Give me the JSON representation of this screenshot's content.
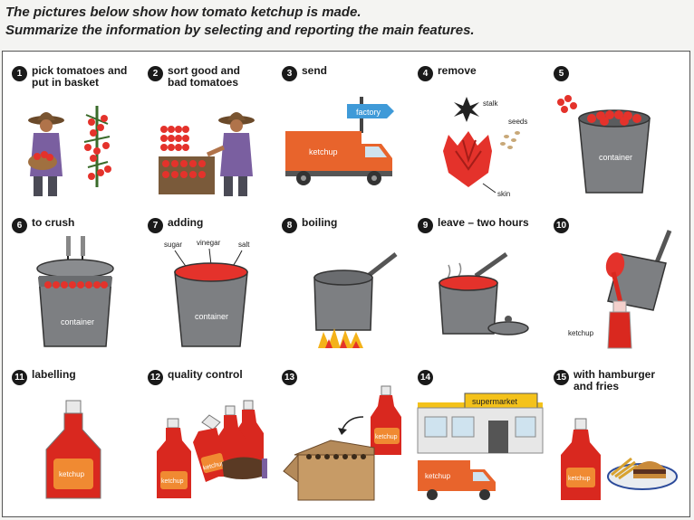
{
  "heading": {
    "line1": "The pictures below show how tomato ketchup is made.",
    "line2": "Summarize the information by selecting and reporting the main features."
  },
  "steps": [
    {
      "num": "1",
      "label": "pick tomatoes and\nput in basket"
    },
    {
      "num": "2",
      "label": "sort good and\nbad tomatoes"
    },
    {
      "num": "3",
      "label": "send"
    },
    {
      "num": "4",
      "label": "remove"
    },
    {
      "num": "5",
      "label": ""
    },
    {
      "num": "6",
      "label": "to crush"
    },
    {
      "num": "7",
      "label": "adding"
    },
    {
      "num": "8",
      "label": "boiling"
    },
    {
      "num": "9",
      "label": "leave – two hours"
    },
    {
      "num": "10",
      "label": ""
    },
    {
      "num": "11",
      "label": "labelling"
    },
    {
      "num": "12",
      "label": "quality control"
    },
    {
      "num": "13",
      "label": ""
    },
    {
      "num": "14",
      "label": ""
    },
    {
      "num": "15",
      "label": "with hamburger\nand fries"
    }
  ],
  "art_text": {
    "factory": "factory",
    "ketchup": "ketchup",
    "stalk": "stalk",
    "seeds": "seeds",
    "skin": "skin",
    "container": "container",
    "sugar": "sugar",
    "vinegar": "vinegar",
    "salt": "salt",
    "supermarket": "supermarket"
  },
  "colors": {
    "tomato": "#e4322b",
    "truck": "#e8642c",
    "pot": "#7d7f82",
    "ketchup": "#d9281f",
    "label": "#f08a32"
  }
}
